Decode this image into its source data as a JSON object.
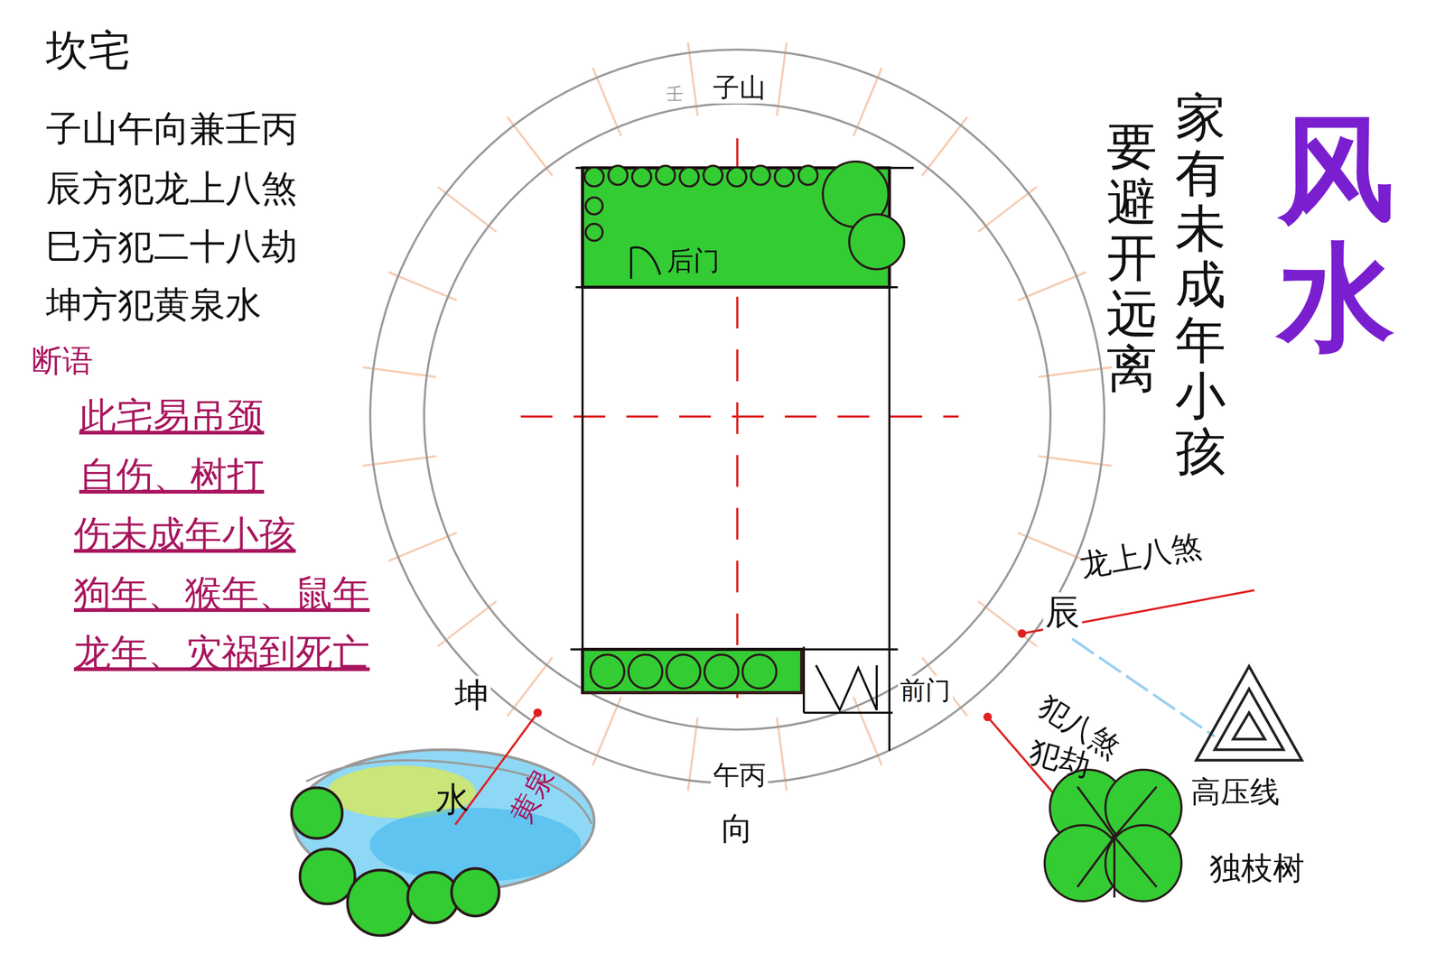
{
  "diagram": {
    "title": "坎宅",
    "nodes": [
      {
        "text": [
          "后门"
        ]
      },
      {
        "text": [
          "水",
          "黄泉"
        ]
      }
    ],
    "labels": [
      "子山午向兼壬丙",
      "辰方犯龙上八煞",
      "巳方犯二十八劫",
      "坤方犯黄泉水",
      "断语",
      "此宅易吊颈",
      "自伤、树打",
      "伤未成年小孩",
      "狗年、猴年、鼠年",
      "龙年、灾祸到死亡",
      "家有未成年小孩",
      "要避开远离",
      "风水",
      "壬",
      "子山",
      "午丙",
      "向",
      "前门",
      "辰",
      "龙上八煞",
      "犯八煞",
      "高压线",
      "犯劫",
      "独枝树",
      "坤"
    ]
  }
}
